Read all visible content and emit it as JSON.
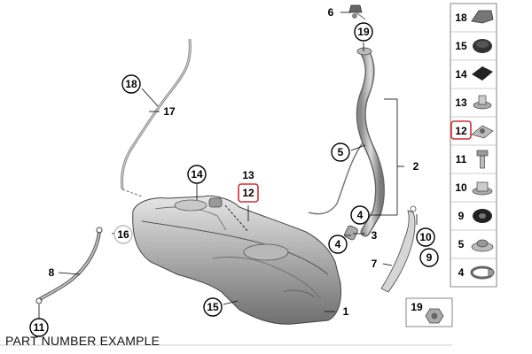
{
  "caption": "PART NUMBER EXAMPLE",
  "highlight_color": "#d32f2f",
  "callouts": {
    "c18": "18",
    "c17": "17",
    "c14": "14",
    "c13": "13",
    "c12": "12",
    "c6": "6",
    "c19": "19",
    "c5": "5",
    "c2": "2",
    "c4a": "4",
    "c4b": "4",
    "c3": "3",
    "c16": "16",
    "c10": "10",
    "c9": "9",
    "c8": "8",
    "c7": "7",
    "c15": "15",
    "c1": "1",
    "c11": "11"
  },
  "side_panel": [
    {
      "num": "18",
      "highlighted": false,
      "icon": "clip-icon"
    },
    {
      "num": "15",
      "highlighted": false,
      "icon": "rubber-cap-icon"
    },
    {
      "num": "14",
      "highlighted": false,
      "icon": "foam-pad-icon"
    },
    {
      "num": "13",
      "highlighted": false,
      "icon": "nut-icon"
    },
    {
      "num": "12",
      "highlighted": true,
      "icon": "bracket-nut-icon"
    },
    {
      "num": "11",
      "highlighted": false,
      "icon": "bolt-icon"
    },
    {
      "num": "10",
      "highlighted": false,
      "icon": "flange-nut-icon"
    },
    {
      "num": "9",
      "highlighted": false,
      "icon": "grommet-icon"
    },
    {
      "num": "5",
      "highlighted": false,
      "icon": "collar-nut-icon"
    },
    {
      "num": "4",
      "highlighted": false,
      "icon": "hose-clamp-icon"
    },
    {
      "num": "19",
      "highlighted": false,
      "icon": "hex-nut-icon"
    }
  ]
}
